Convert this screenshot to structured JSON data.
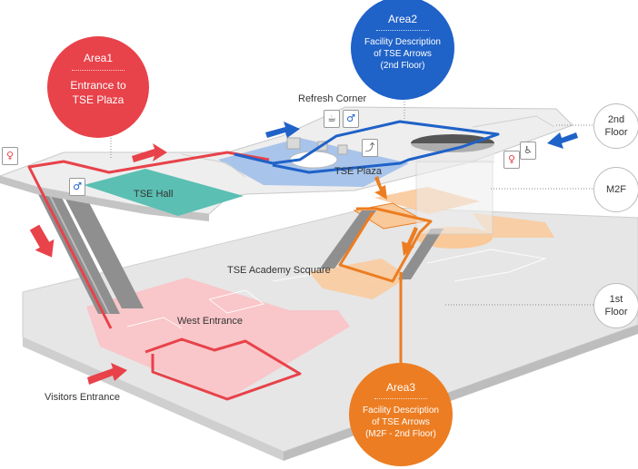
{
  "areas": {
    "area1": {
      "title": "Area1",
      "line1": "Entrance to",
      "line2": "TSE Plaza",
      "color": "#e8424a"
    },
    "area2": {
      "title": "Area2",
      "line1": "Facility Description",
      "line2": "of TSE Arrows",
      "line3": "(2nd Floor)",
      "color": "#1f62c8"
    },
    "area3": {
      "title": "Area3",
      "line1": "Facility Description",
      "line2": "of TSE Arrows",
      "line3": "(M2F - 2nd Floor)",
      "color": "#ec7d22"
    }
  },
  "floors": {
    "second": {
      "line1": "2nd",
      "line2": "Floor"
    },
    "m2f": {
      "line1": "M2F"
    },
    "first": {
      "line1": "1st",
      "line2": "Floor"
    }
  },
  "places": {
    "refresh_corner": "Refresh Corner",
    "tse_plaza": "TSE Plaza",
    "tse_hall": "TSE Hall",
    "academy_square": "TSE Academy Scquare",
    "west_entrance": "West Entrance",
    "visitors_entrance": "Visitors Entrance"
  },
  "icons": [
    "restroom-icon",
    "male-icon",
    "female-icon",
    "elevator-icon",
    "escalator-icon",
    "wheelchair-icon"
  ],
  "colors": {
    "route_red": "#e8424a",
    "route_blue": "#1f62c8",
    "route_orange": "#ec7d22",
    "hall": "#5bbfb3",
    "plaza": "#a8c4ea",
    "entrance_zone": "#f9c6c9",
    "m2f_zone": "#f9c99a"
  }
}
